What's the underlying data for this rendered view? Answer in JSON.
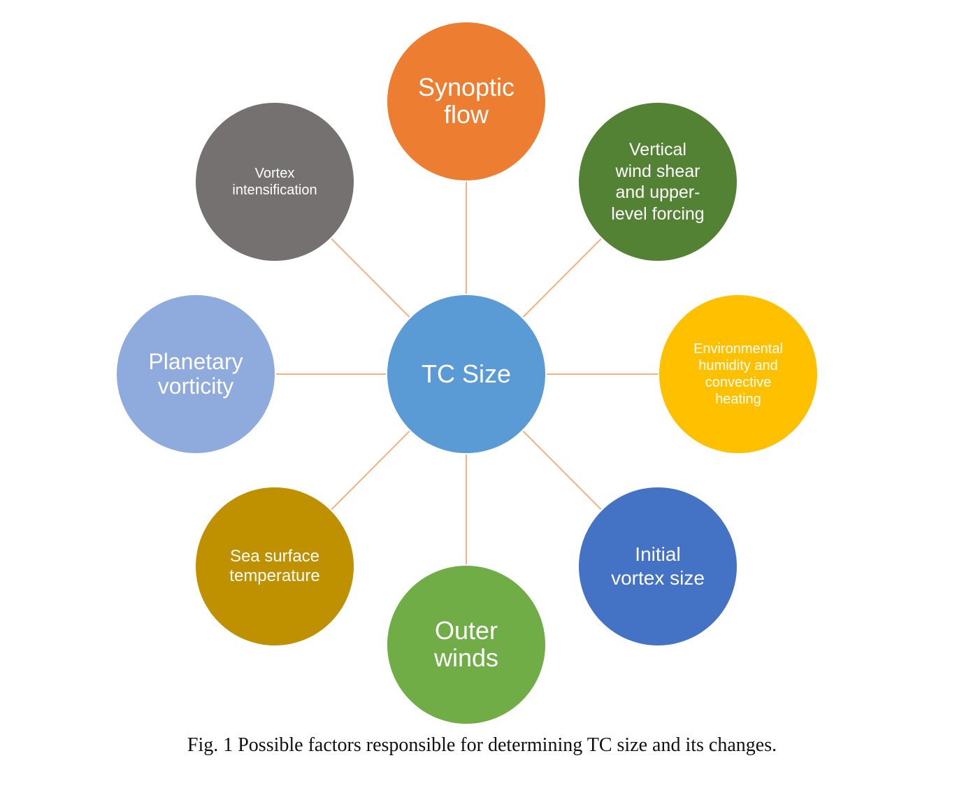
{
  "center": {
    "label": "TC Size",
    "color": "#5b9bd5"
  },
  "factors": [
    {
      "id": "synoptic-flow",
      "label": "Synoptic\nflow",
      "color": "#ed7d31"
    },
    {
      "id": "vertical-wind-shear",
      "label": "Vertical\nwind shear\nand upper-\nlevel forcing",
      "color": "#548235"
    },
    {
      "id": "environmental-humidity",
      "label": "Environmental\nhumidity and\nconvective\nheating",
      "color": "#ffc000"
    },
    {
      "id": "initial-vortex-size",
      "label": "Initial\nvortex size",
      "color": "#4472c4"
    },
    {
      "id": "outer-winds",
      "label": "Outer\nwinds",
      "color": "#70ad47"
    },
    {
      "id": "sea-surface-temperature",
      "label": "Sea surface\ntemperature",
      "color": "#bf9000"
    },
    {
      "id": "planetary-vorticity",
      "label": "Planetary\nvorticity",
      "color": "#8faadc"
    },
    {
      "id": "vortex-intensification",
      "label": "Vortex\nintensification",
      "color": "#767171"
    }
  ],
  "connector_color": "#f4b183",
  "caption": "Fig. 1 Possible factors responsible for determining TC size and its changes."
}
